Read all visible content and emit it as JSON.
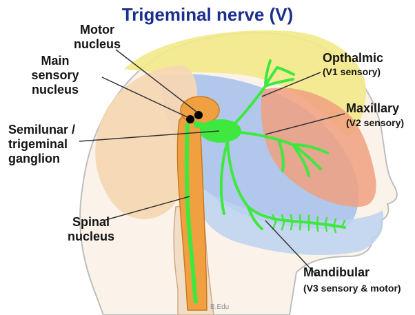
{
  "title": "Trigeminal nerve (V)",
  "labels": {
    "motor_nucleus": [
      "Motor",
      "nucleus"
    ],
    "main_sensory": [
      "Main",
      "sensory",
      "nucleus"
    ],
    "semilunar": [
      "Semilunar /",
      "trigeminal",
      "ganglion"
    ],
    "spinal": [
      "Spinal",
      "nucleus"
    ],
    "opthalmic": "Opthalmic",
    "opthalmic_sub": "(V1 sensory)",
    "maxillary": "Maxillary",
    "maxillary_sub": "(V2 sensory)",
    "mandibular": "Mandibular",
    "mandibular_sub": "(V3 sensory & motor)"
  },
  "credit": "B.Edu",
  "colors": {
    "title": "#1c2f8f",
    "nerve": "#3ee83e",
    "brainstem": "#f0a040",
    "v1_zone": "#f3e98a",
    "v2_zone": "#a9c3ec",
    "v3_zone": "#f0a080",
    "skin": "#f6d7b4"
  }
}
